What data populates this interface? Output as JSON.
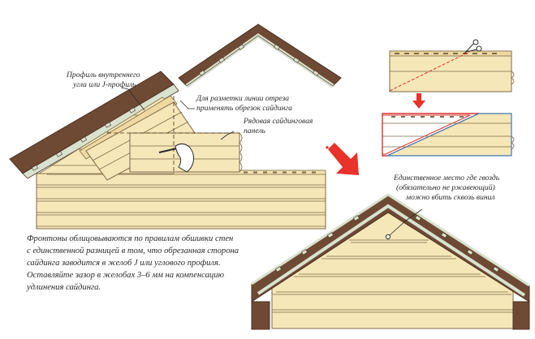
{
  "labels": {
    "corner_profile": [
      "Профиль внутреннего",
      "угла или J-профиль"
    ],
    "marking_tip": [
      "Для разметки линии отреза",
      "применять обрезок сайдинга"
    ],
    "row_panel": [
      "Рядовая сайдинговая",
      "панель"
    ],
    "nail_note": [
      "Единственное место где гвоздь",
      "(обязательно не ржавеющий)",
      "можно вбить сквозь винил"
    ]
  },
  "description": [
    "Фронтоны облицовываются по правилам обшивки стен",
    "с единственной разницей в том, что обрезанная сторона",
    "сайдинга заводится в желоб J или углового профиля.",
    "Оставляйте зазор в желобах 3–6 мм на компенсацию",
    "удлинения сайдинга."
  ],
  "colors": {
    "siding": "#f6e7b8",
    "siding_line": "#7d6a4a",
    "roof": "#6e4a34",
    "roof_edge": "#4a3020",
    "trim": "#d8e2ce",
    "arrow": "#e8322a",
    "cut_line": "#d9342b",
    "outline_blue": "#3f78b8"
  },
  "icons": [
    "scissors-icon",
    "down-arrow-icon",
    "big-arrow-icon",
    "hand-pencil-icon",
    "nail-icon"
  ]
}
